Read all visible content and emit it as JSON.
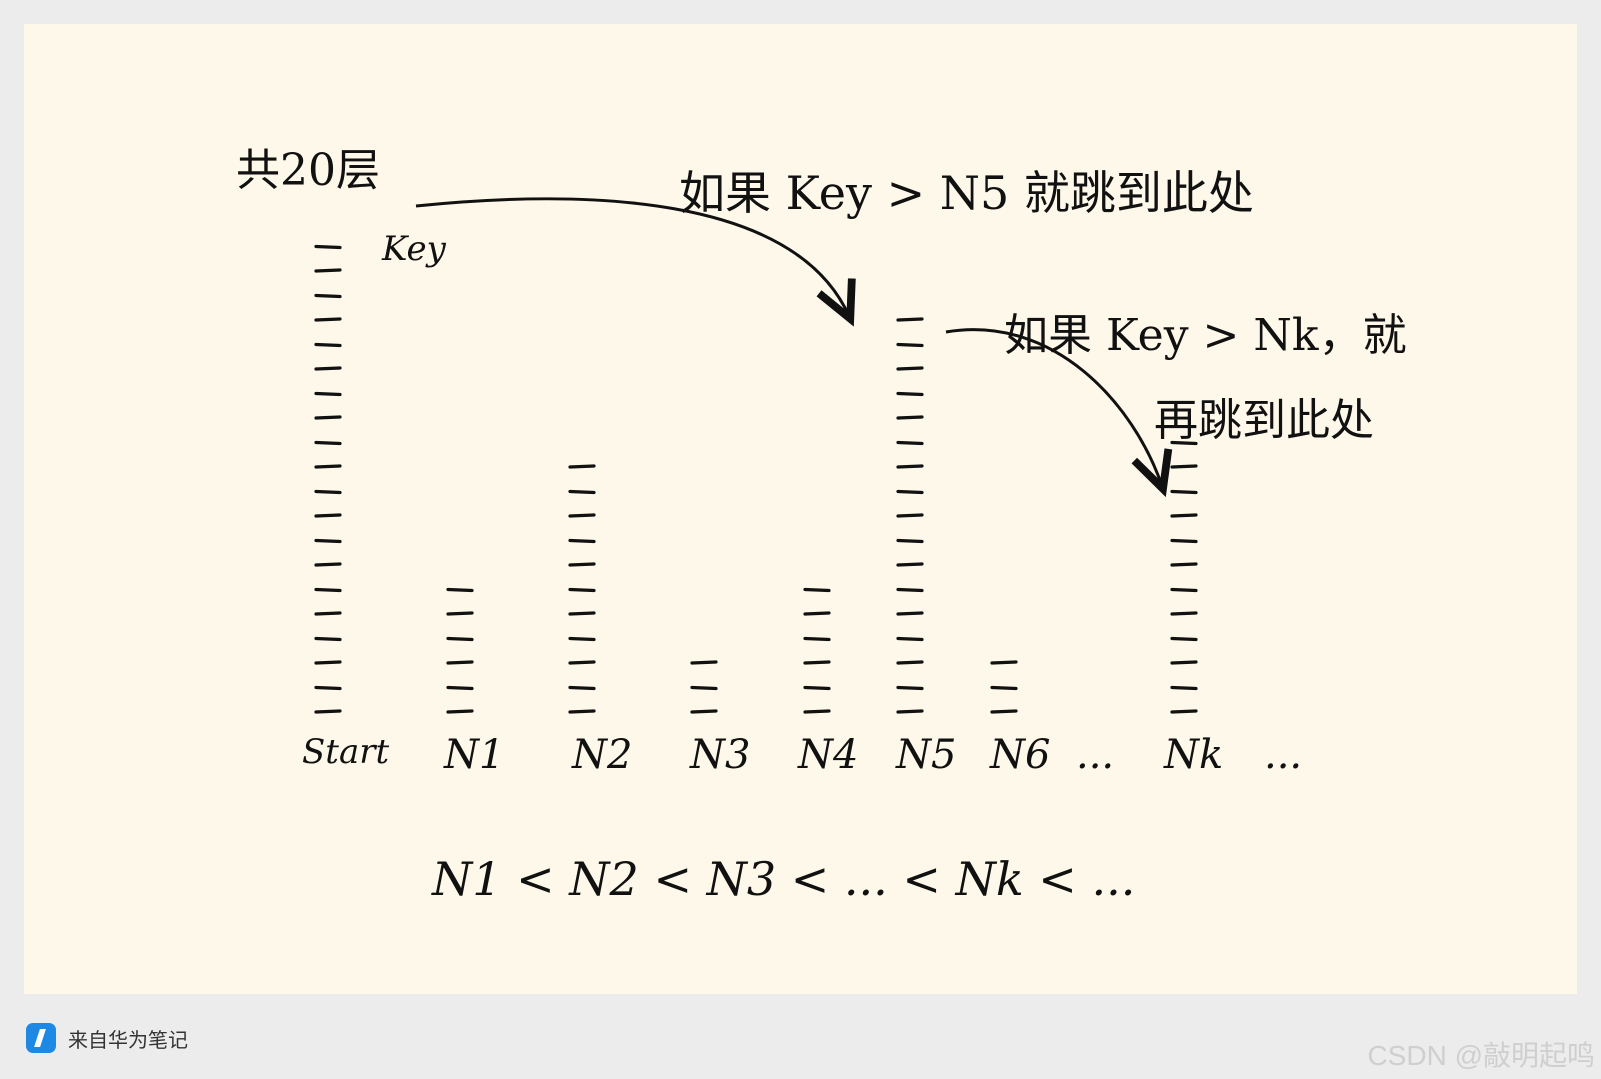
{
  "diagram": {
    "total_layers_label": "共20层",
    "key_label": "Key",
    "jump1_note": "如果 Key > N5 就跳到此处",
    "jump2_note_line1": "如果 Key > Nk，就",
    "jump2_note_line2": "再跳到此处",
    "columns": [
      {
        "label": "Start",
        "levels": 20
      },
      {
        "label": "N1",
        "levels": 6
      },
      {
        "label": "N2",
        "levels": 11
      },
      {
        "label": "N3",
        "levels": 3
      },
      {
        "label": "N4",
        "levels": 6
      },
      {
        "label": "N5",
        "levels": 17
      },
      {
        "label": "N6",
        "levels": 3
      },
      {
        "label": "...",
        "levels": 0
      },
      {
        "label": "Nk",
        "levels": 12
      },
      {
        "label": "...",
        "levels": 0
      }
    ],
    "ordering": "N1 < N2 < N3 < ... < Nk < ..."
  },
  "footer": {
    "source_label": "来自华为笔记",
    "source_icon": "huawei-notes-icon",
    "watermark": "CSDN @敲明起鸣"
  }
}
